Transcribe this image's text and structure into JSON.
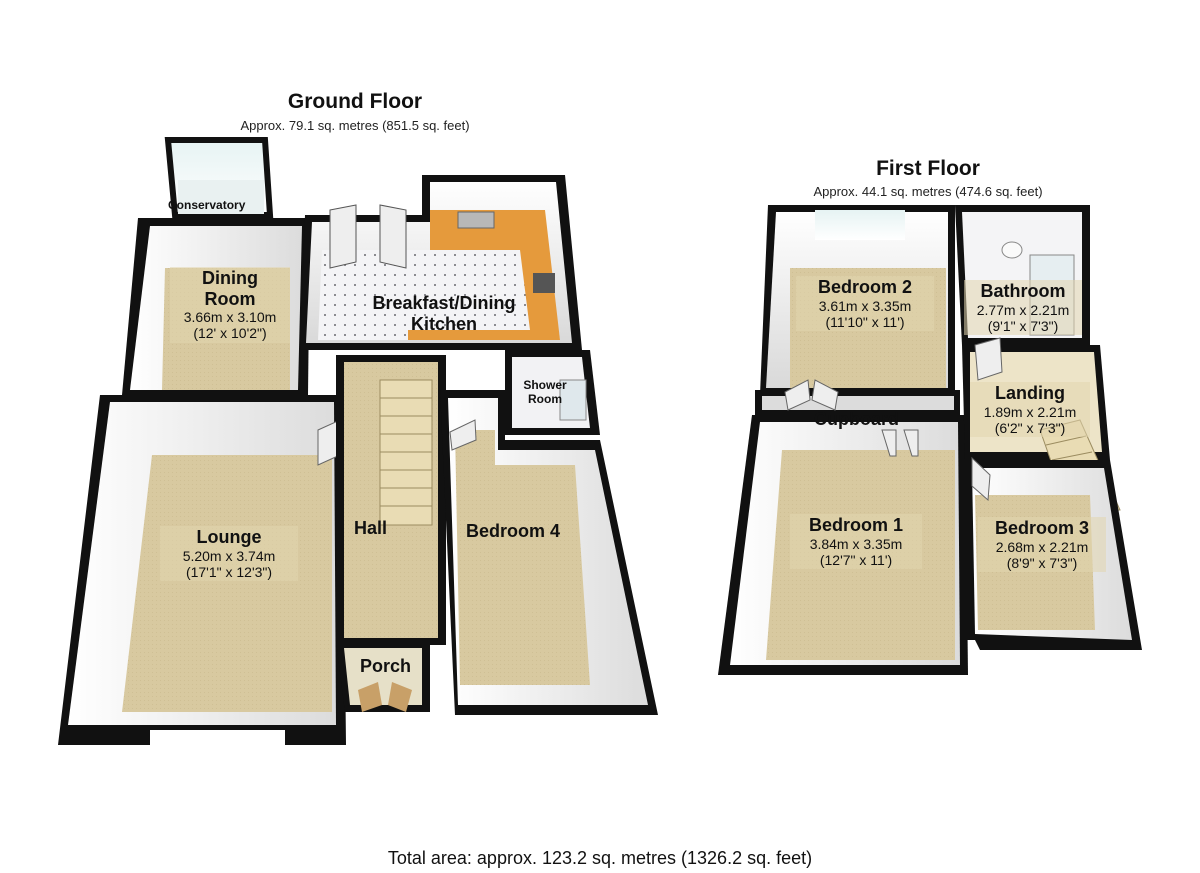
{
  "ground_floor": {
    "title": "Ground Floor",
    "area": "Approx. 79.1 sq. metres (851.5 sq. feet)",
    "rooms": {
      "conservatory": {
        "name": "Conservatory"
      },
      "dining_room": {
        "name": "Dining\nRoom",
        "metric": "3.66m x 3.10m",
        "imperial": "(12' x 10'2\")"
      },
      "kitchen": {
        "name": "Breakfast/Dining\nKitchen"
      },
      "shower_room": {
        "name": "Shower\nRoom"
      },
      "lounge": {
        "name": "Lounge",
        "metric": "5.20m x 3.74m",
        "imperial": "(17'1\" x 12'3\")"
      },
      "hall": {
        "name": "Hall"
      },
      "bedroom4": {
        "name": "Bedroom 4"
      },
      "porch": {
        "name": "Porch"
      }
    }
  },
  "first_floor": {
    "title": "First Floor",
    "area": "Approx. 44.1 sq. metres (474.6 sq. feet)",
    "rooms": {
      "bedroom2": {
        "name": "Bedroom 2",
        "metric": "3.61m x 3.35m",
        "imperial": "(11'10\" x 11')"
      },
      "bathroom": {
        "name": "Bathroom",
        "metric": "2.77m x 2.21m",
        "imperial": "(9'1\" x 7'3\")"
      },
      "landing": {
        "name": "Landing",
        "metric": "1.89m x 2.21m",
        "imperial": "(6'2\" x 7'3\")"
      },
      "cupboard": {
        "name": "Cupboard"
      },
      "bedroom1": {
        "name": "Bedroom 1",
        "metric": "3.84m x 3.35m",
        "imperial": "(12'7\" x 11')"
      },
      "bedroom3": {
        "name": "Bedroom 3",
        "metric": "2.68m x 2.21m",
        "imperial": "(8'9\" x 7'3\")"
      }
    }
  },
  "total_area": "Total area: approx. 123.2 sq. metres (1326.2 sq. feet)"
}
